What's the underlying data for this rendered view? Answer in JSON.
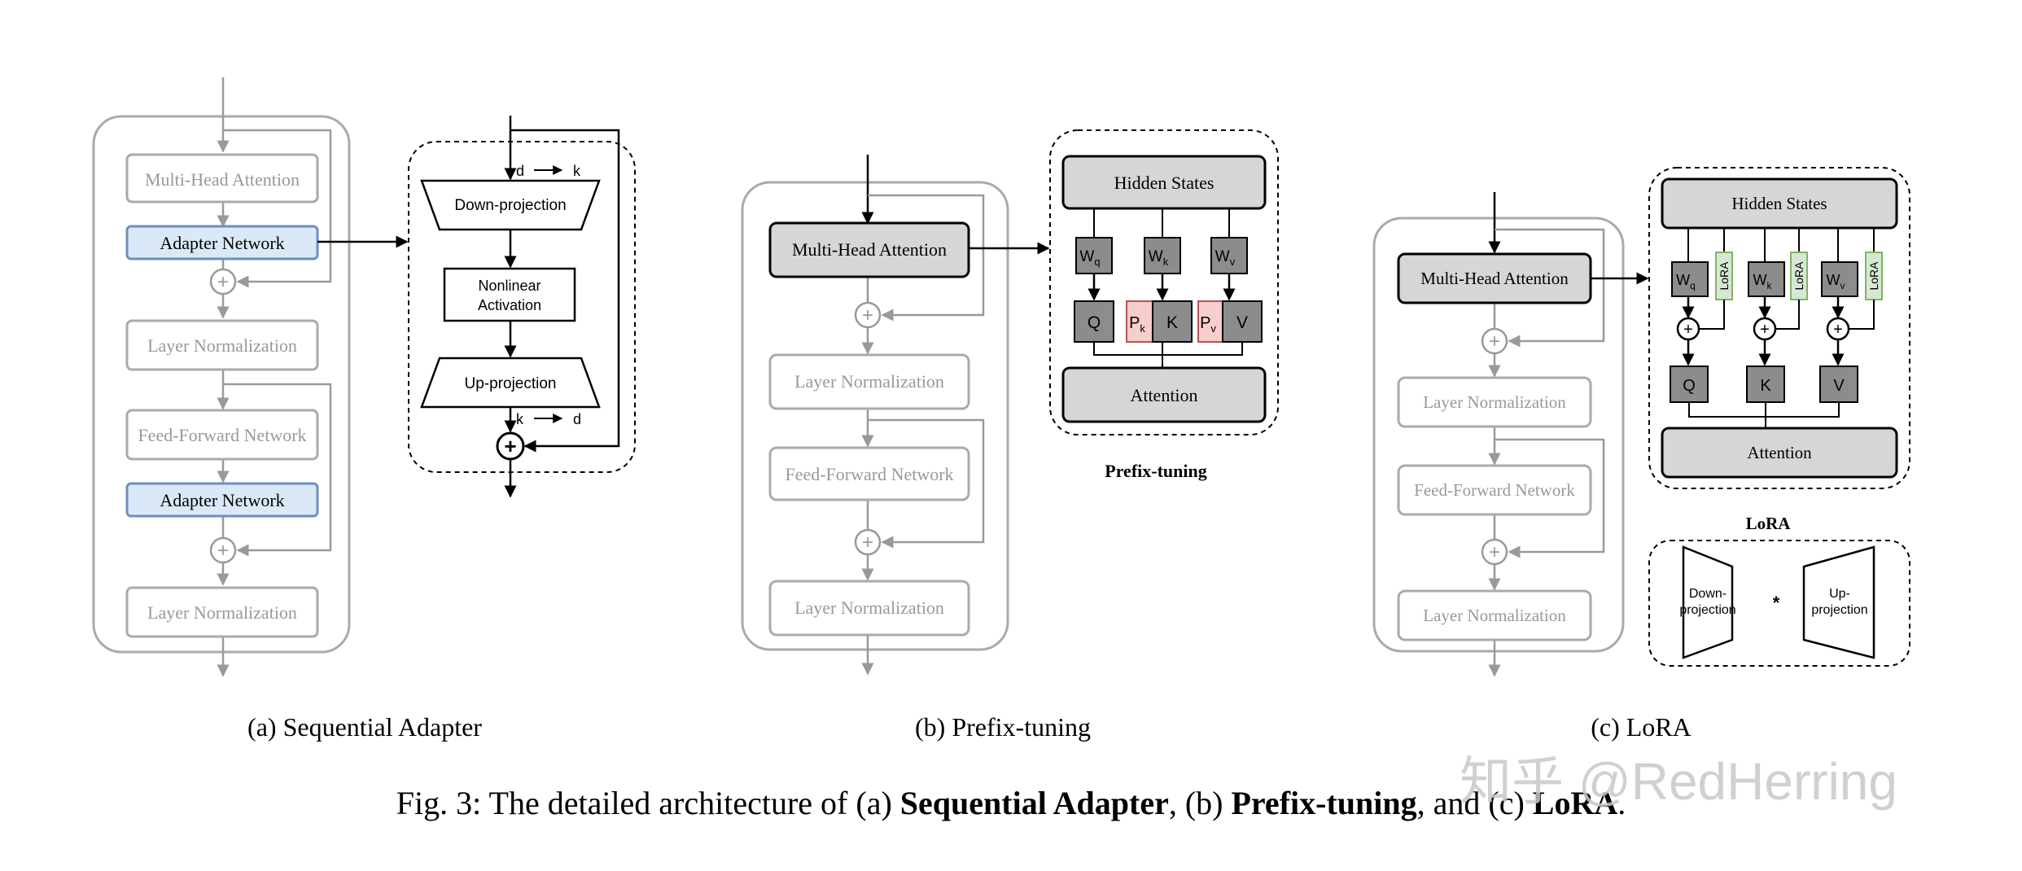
{
  "adapter": {
    "mha": "Multi-Head Attention",
    "adapter_net": "Adapter Network",
    "layer_norm": "Layer Normalization",
    "ffn": "Feed-Forward Network",
    "down_proj": "Down-projection",
    "nonlinear_1": "Nonlinear",
    "nonlinear_2": "Activation",
    "up_proj": "Up-projection",
    "d": "d",
    "k": "k"
  },
  "prefix": {
    "mha": "Multi-Head Attention",
    "layer_norm": "Layer Normalization",
    "ffn": "Feed-Forward Network",
    "hidden_states": "Hidden States",
    "attention": "Attention",
    "W": "W",
    "q_sub": "q",
    "k_sub": "k",
    "v_sub": "v",
    "Q": "Q",
    "K": "K",
    "V": "V",
    "P": "P",
    "title": "Prefix-tuning"
  },
  "lora": {
    "mha": "Multi-Head Attention",
    "layer_norm": "Layer Normalization",
    "ffn": "Feed-Forward Network",
    "hidden_states": "Hidden States",
    "attention": "Attention",
    "lora_label": "LoRA",
    "title": "LoRA",
    "down_1": "Down-",
    "down_2": "projection",
    "up_1": "Up-",
    "up_2": "projection",
    "star": "*"
  },
  "captions": {
    "a": "(a) Sequential Adapter",
    "b": "(b) Prefix-tuning",
    "c": "(c) LoRA",
    "fig_prefix": "Fig. 3: The detailed architecture of (a) ",
    "fig_b1": "Sequential Adapter",
    "fig_mid1": ", (b) ",
    "fig_b2": "Prefix-tuning",
    "fig_mid2": ", and (c) ",
    "fig_b3": "LoRA",
    "fig_end": "."
  },
  "watermark": "知乎 @RedHerring",
  "colors": {
    "adapter_fill": "#dbe8f7",
    "adapter_stroke": "#6c8ebf",
    "dark_fill": "#d6d6d6",
    "weight_fill": "#8c8c8c",
    "prefix_fill": "#f8cecc",
    "prefix_stroke": "#b85450",
    "lora_fill": "#d5e8d4",
    "lora_stroke": "#82b366",
    "gray": "#999999"
  }
}
